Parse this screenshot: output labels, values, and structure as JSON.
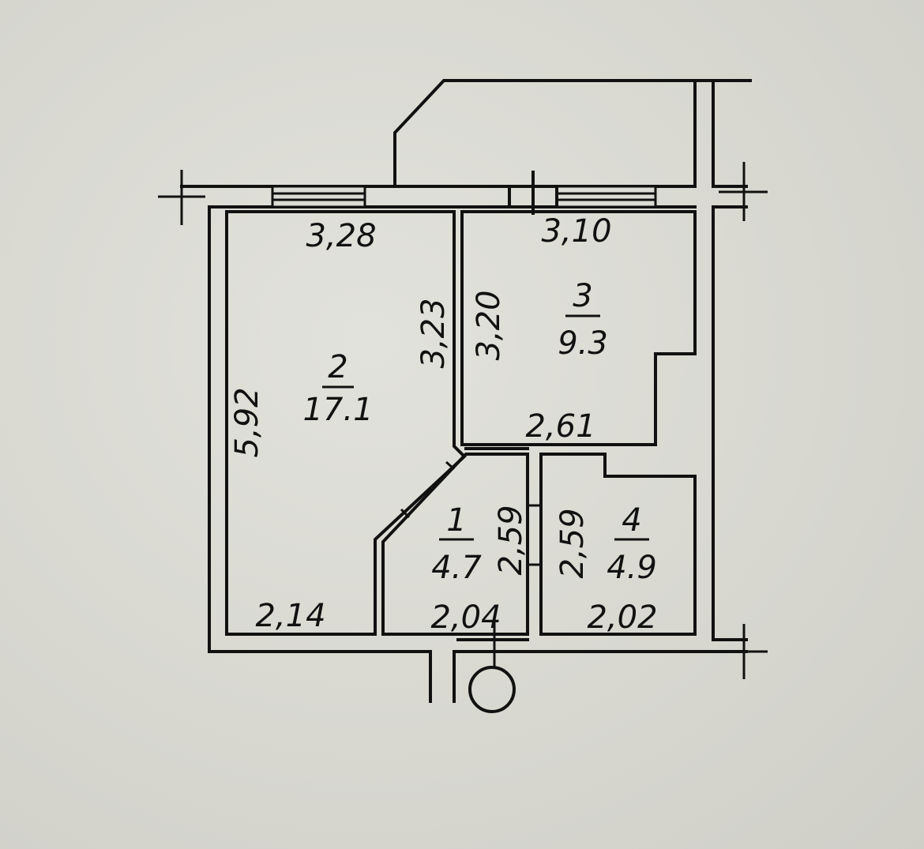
{
  "floor_plan": {
    "rooms": [
      {
        "number": "1",
        "area": "4.7"
      },
      {
        "number": "2",
        "area": "17.1"
      },
      {
        "number": "3",
        "area": "9.3"
      },
      {
        "number": "4",
        "area": "4.9"
      }
    ],
    "dimensions": {
      "room2_top": "3,28",
      "room2_right": "3,23",
      "room2_left": "5,92",
      "room2_bottom": "2,14",
      "room3_top": "3,10",
      "room3_left": "3,20",
      "room3_bottom": "2,61",
      "room1_right": "2,59",
      "room1_bottom": "2,04",
      "room4_left": "2,59",
      "room4_bottom": "2,02"
    }
  }
}
